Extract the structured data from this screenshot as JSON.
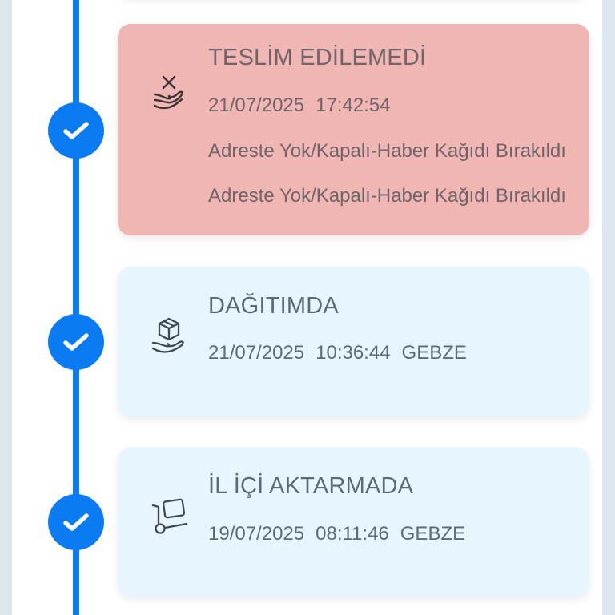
{
  "colors": {
    "accent": "#0a7bf2",
    "failed_card_bg": "#efb6b3",
    "normal_card_bg": "#e6f5fe",
    "page_bg": "#dce8ee"
  },
  "timeline": {
    "events": [
      {
        "status": "TESLİM EDİLEMEDİ",
        "icon": "hand-x-icon",
        "state": "failed",
        "date": "21/07/2025",
        "time": "17:42:54",
        "location": "",
        "notes": [
          "Adreste Yok/Kapalı-Haber Kağıdı Bırakıldı",
          "Adreste Yok/Kapalı-Haber Kağıdı Bırakıldı"
        ],
        "completed": true
      },
      {
        "status": "DAĞITIMDA",
        "icon": "hand-box-icon",
        "state": "normal",
        "date": "21/07/2025",
        "time": "10:36:44",
        "location": "GEBZE",
        "completed": true
      },
      {
        "status": "İL İÇİ AKTARMADA",
        "icon": "hand-truck-icon",
        "state": "normal",
        "date": "19/07/2025",
        "time": "08:11:46",
        "location": "GEBZE",
        "completed": true
      }
    ]
  }
}
